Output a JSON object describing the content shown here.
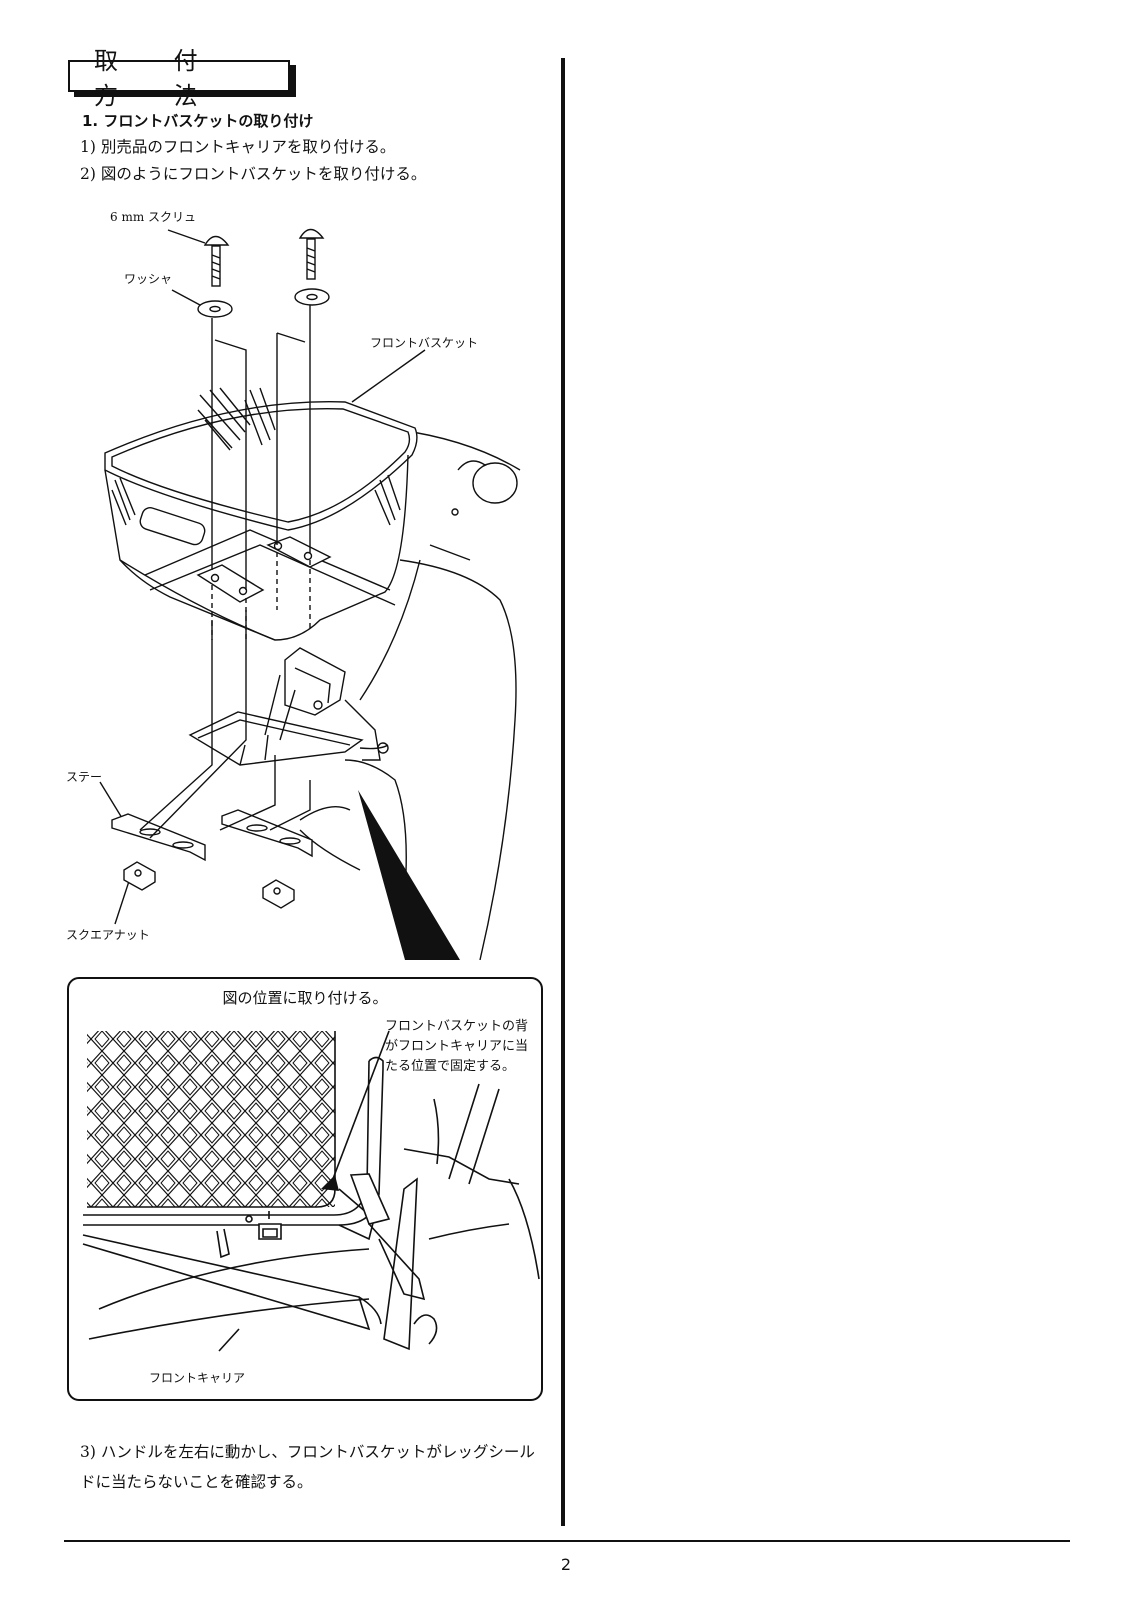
{
  "page_title": "取 付 方 法",
  "section_heading": "1. フロントバスケットの取り付け",
  "steps": {
    "s1": "1) 別売品のフロントキャリアを取り付ける。",
    "s2": "2) 図のようにフロントバスケットを取り付ける。",
    "s3": "3) ハンドルを左右に動かし、フロントバスケットがレッグシールドに当たらないことを確認する。"
  },
  "labels": {
    "screw": "6 mm スクリュ",
    "washer": "ワッシャ",
    "basket": "フロントバスケット",
    "stay": "ステー",
    "nut": "スクエアナット",
    "carrier": "フロントキャリア"
  },
  "inset": {
    "title": "図の位置に取り付ける。",
    "note_lines": [
      "フロントバスケットの背",
      "がフロントキャリアに当",
      "たる位置で固定する。"
    ]
  },
  "page_number": "2"
}
